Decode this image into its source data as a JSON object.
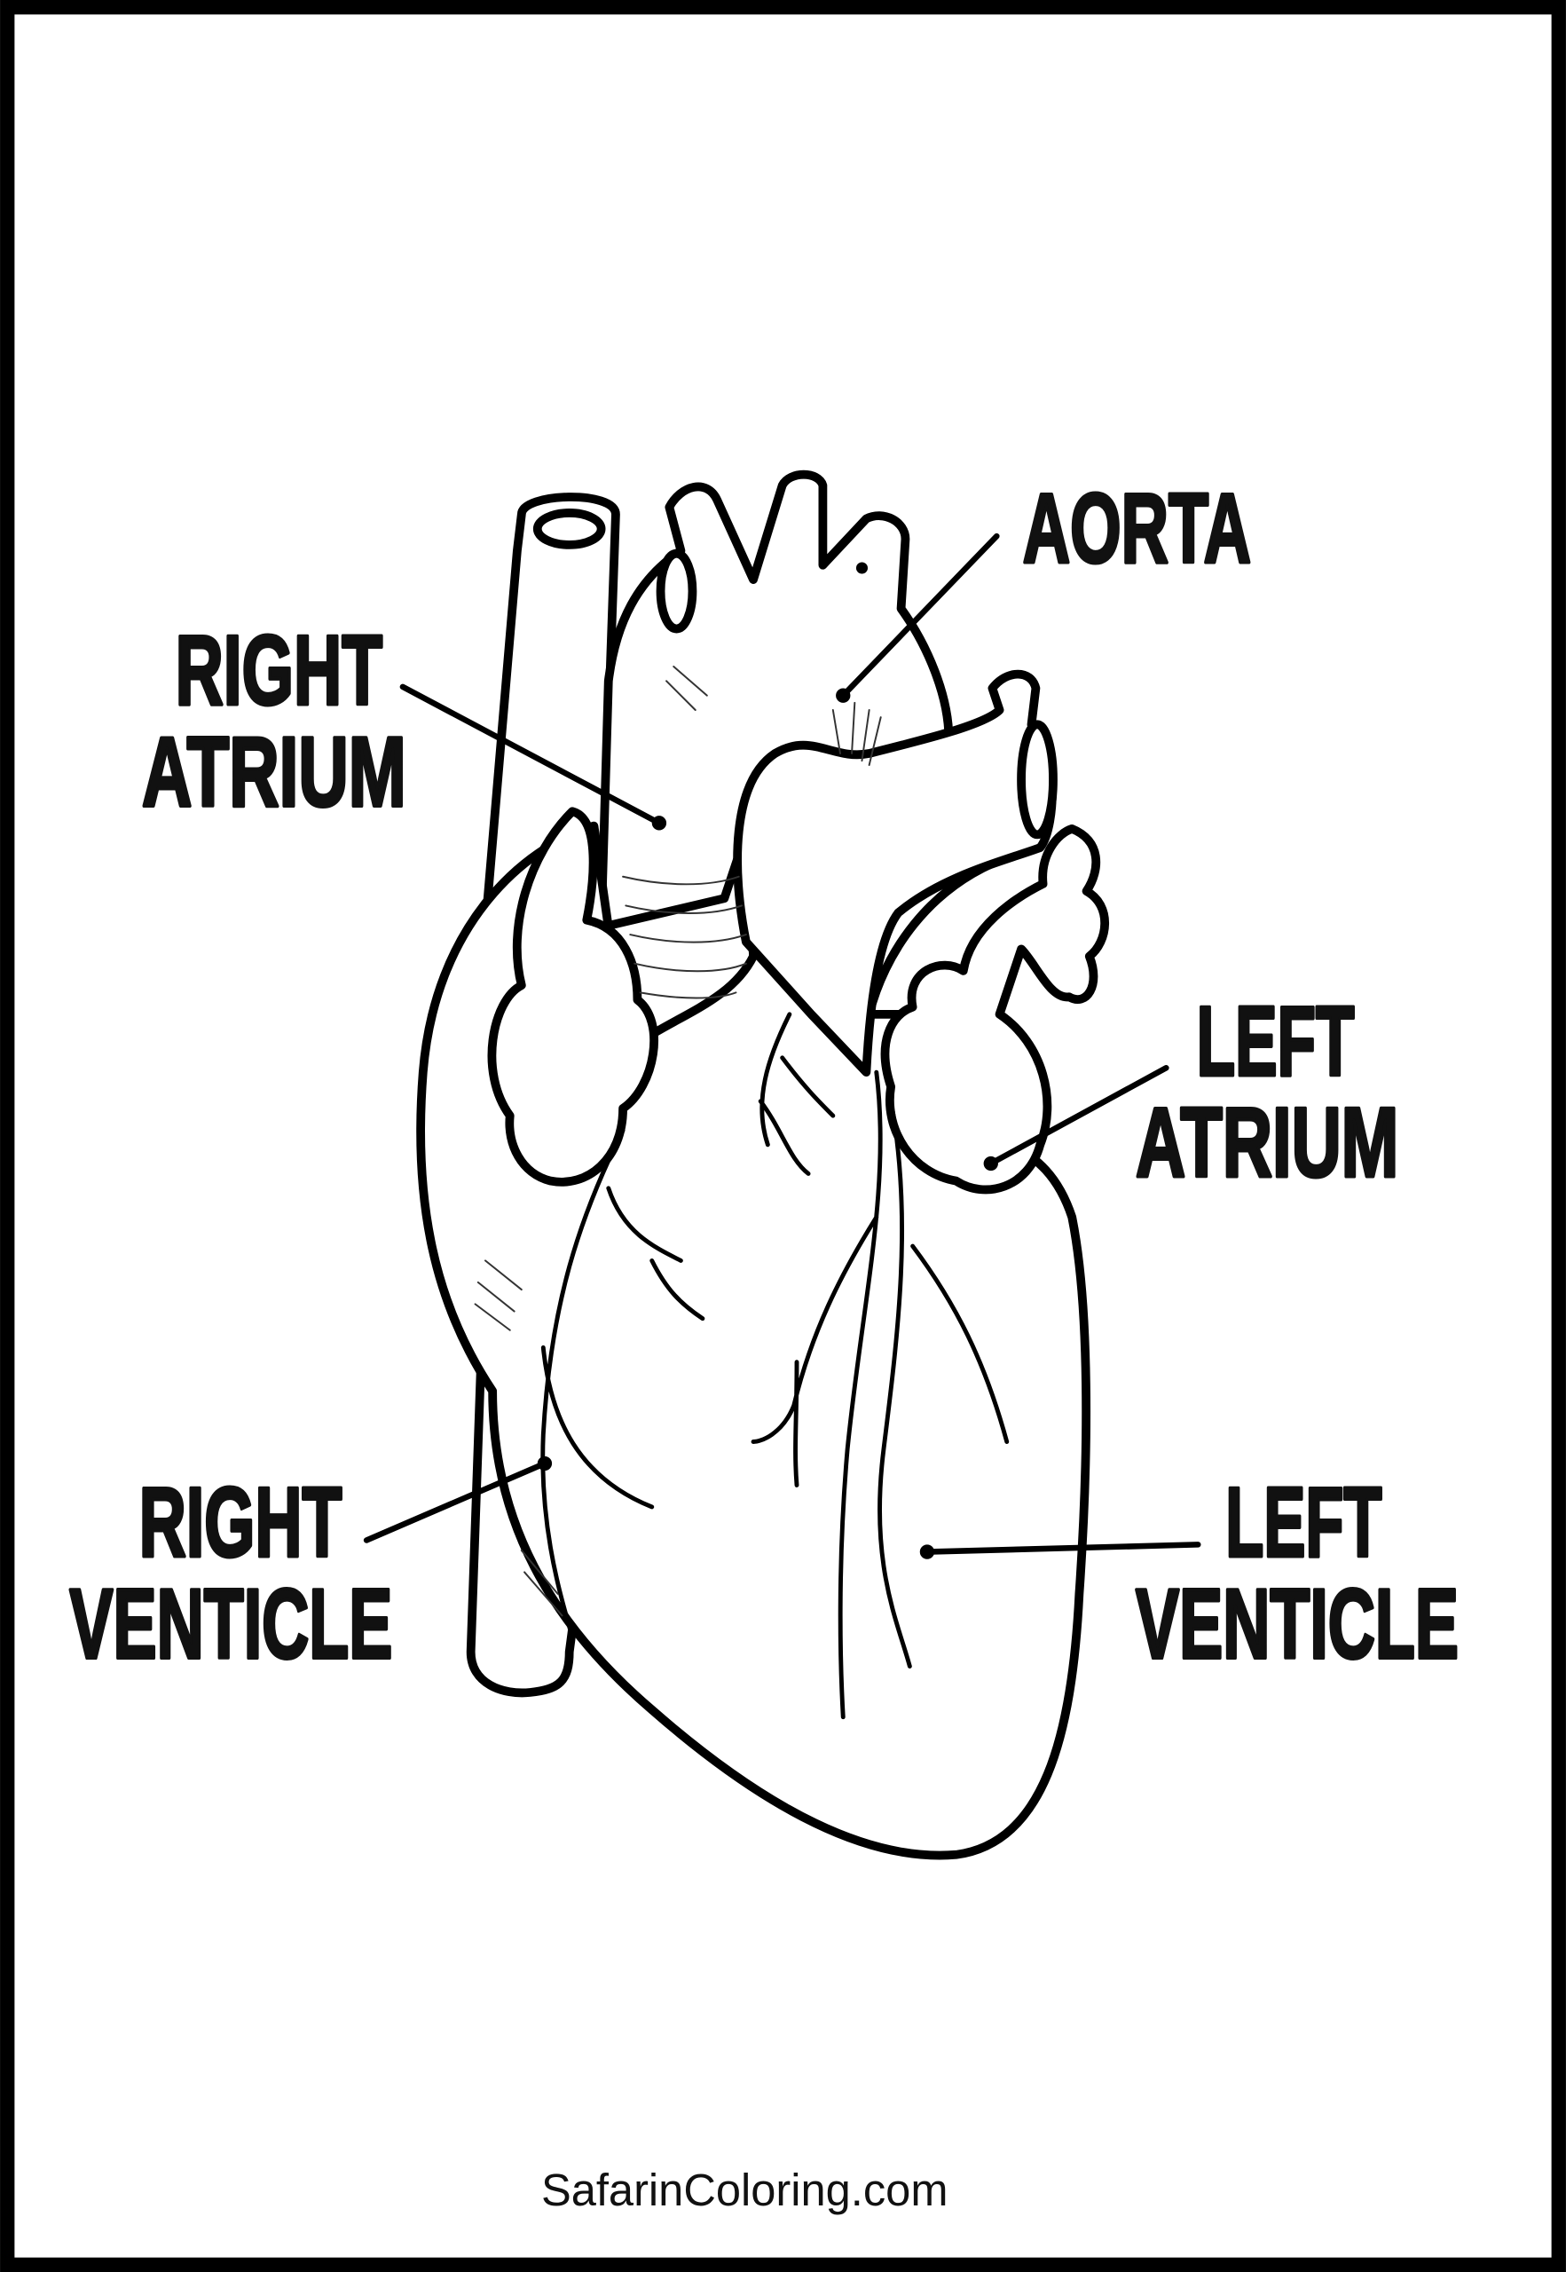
{
  "labels": {
    "aorta": [
      "AORTA"
    ],
    "right_atrium": [
      "RIGHT",
      "ATRIUM"
    ],
    "left_atrium": [
      "LEFT",
      "ATRIUM"
    ],
    "right_venticle": [
      "RIGHT",
      "VENTICLE"
    ],
    "left_venticle": [
      "LEFT",
      "VENTICLE"
    ]
  },
  "footer": "SafarinColoring.com",
  "colors": {
    "ink": "#000000",
    "background": "#ffffff",
    "frame": "#000000"
  }
}
